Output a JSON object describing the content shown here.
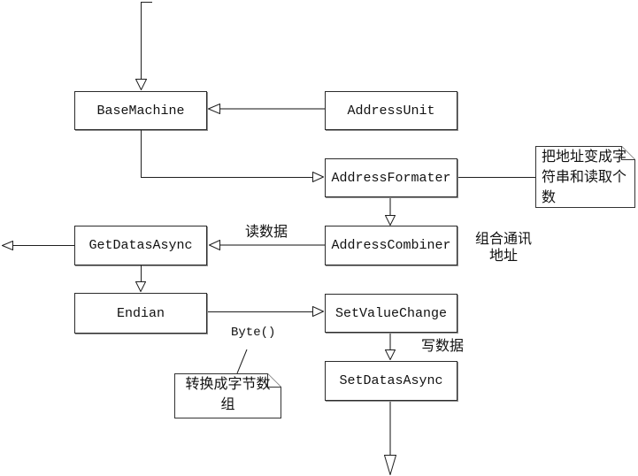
{
  "diagram": {
    "nodes": {
      "base_machine": {
        "label": "BaseMachine"
      },
      "address_unit": {
        "label": "AddressUnit"
      },
      "address_formater": {
        "label": "AddressFormater"
      },
      "get_datas_async": {
        "label": "GetDatasAsync"
      },
      "address_combiner": {
        "label": "AddressCombiner"
      },
      "endian": {
        "label": "Endian"
      },
      "set_value_change": {
        "label": "SetValueChange"
      },
      "set_datas_async": {
        "label": "SetDatasAsync"
      }
    },
    "notes": {
      "address_note": {
        "text": "把地址变成字符串和读取个数"
      },
      "byte_note": {
        "text": "转换成字节数组"
      }
    },
    "edge_labels": {
      "read_data": {
        "text": "读数据"
      },
      "combine_address": {
        "text": "组合通讯地址"
      },
      "write_data": {
        "text": "写数据"
      },
      "byte_call": {
        "text": "Byte()"
      }
    },
    "colors": {
      "line_black": "#1f1f1f",
      "line_gray": "#878787",
      "box_border": "#2b2b2b",
      "background": "#ffffff"
    }
  }
}
